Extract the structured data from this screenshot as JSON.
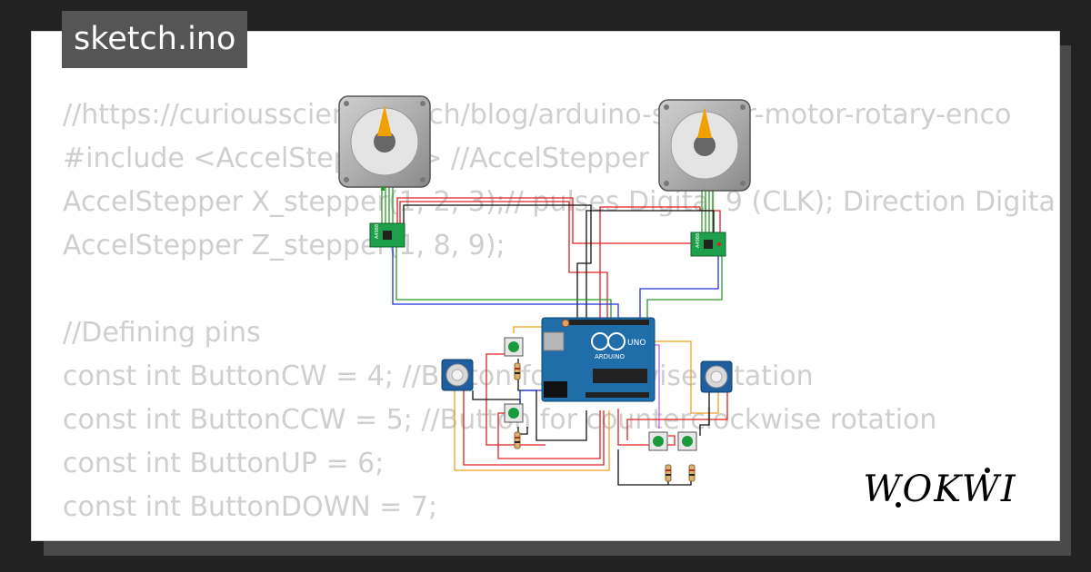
{
  "title": "sketch.ino",
  "code_lines": [
    "//https://curiousscientist.tech/blog/arduino-stepper-motor-rotary-enco",
    "#include <AccelStepper.h> //AccelStepper library",
    "AccelStepper X_stepper(1, 2, 3);// pulses Digital 9 (CLK); Direction Digita",
    "AccelStepper Z_stepper(1, 8, 9);",
    "",
    "//Defining pins",
    "const int ButtonCW = 4; //Button for clockwise rotation",
    "const int ButtonCCW = 5; //Button for counterclockwise rotation",
    "const int ButtonUP = 6;",
    "const int ButtonDOWN = 7;"
  ],
  "board": {
    "brand": "ARDUINO",
    "model": "UNO"
  },
  "driver_label": "A4988",
  "logo_text": "WOKWI",
  "colors": {
    "wire_red": "#e02020",
    "wire_black": "#111111",
    "wire_green": "#2a9a2a",
    "wire_blue": "#2233dd",
    "wire_orange": "#f0a020",
    "wire_violet": "#c060e0",
    "board_blue": "#1f6eaa"
  }
}
